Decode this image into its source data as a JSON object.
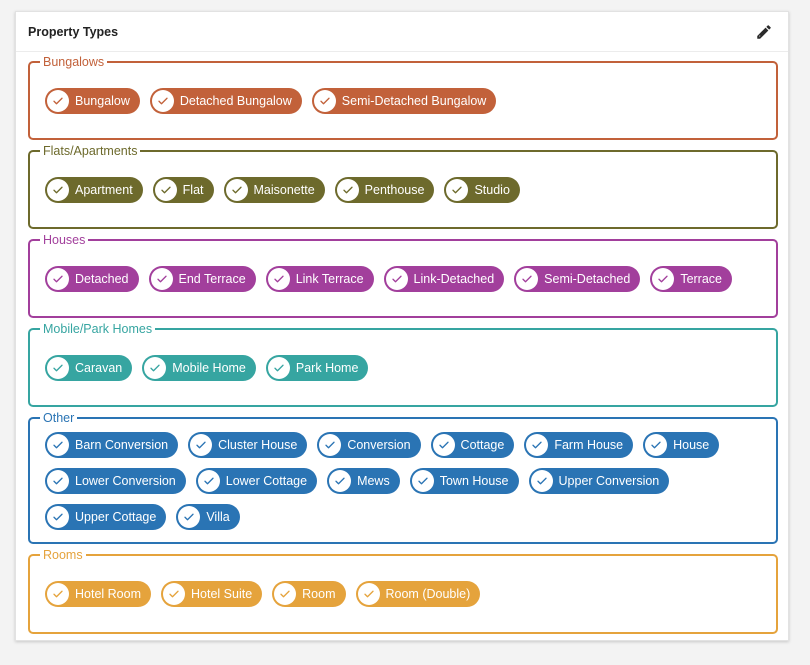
{
  "card": {
    "title": "Property Types"
  },
  "groups": [
    {
      "key": "bungalows",
      "label": "Bungalows",
      "color": "#c2613a",
      "height": 79,
      "chips": [
        "Bungalow",
        "Detached Bungalow",
        "Semi-Detached Bungalow"
      ]
    },
    {
      "key": "flats",
      "label": "Flats/Apartments",
      "color": "#6d6a2c",
      "height": 79,
      "chips": [
        "Apartment",
        "Flat",
        "Maisonette",
        "Penthouse",
        "Studio"
      ]
    },
    {
      "key": "houses",
      "label": "Houses",
      "color": "#a23f9c",
      "height": 79,
      "chips": [
        "Detached",
        "End Terrace",
        "Link Terrace",
        "Link-Detached",
        "Semi-Detached",
        "Terrace"
      ]
    },
    {
      "key": "mobile",
      "label": "Mobile/Park Homes",
      "color": "#36a5a1",
      "height": 79,
      "chips": [
        "Caravan",
        "Mobile Home",
        "Park Home"
      ]
    },
    {
      "key": "other",
      "label": "Other",
      "color": "#2a74b4",
      "height": 127,
      "chips": [
        "Barn Conversion",
        "Cluster House",
        "Conversion",
        "Cottage",
        "Farm House",
        "House",
        "Lower Conversion",
        "Lower Cottage",
        "Mews",
        "Town House",
        "Upper Conversion",
        "Upper Cottage",
        "Villa"
      ]
    },
    {
      "key": "rooms",
      "label": "Rooms",
      "color": "#e5a33c",
      "height": 80,
      "chips": [
        "Hotel Room",
        "Hotel Suite",
        "Room",
        "Room (Double)"
      ]
    }
  ]
}
